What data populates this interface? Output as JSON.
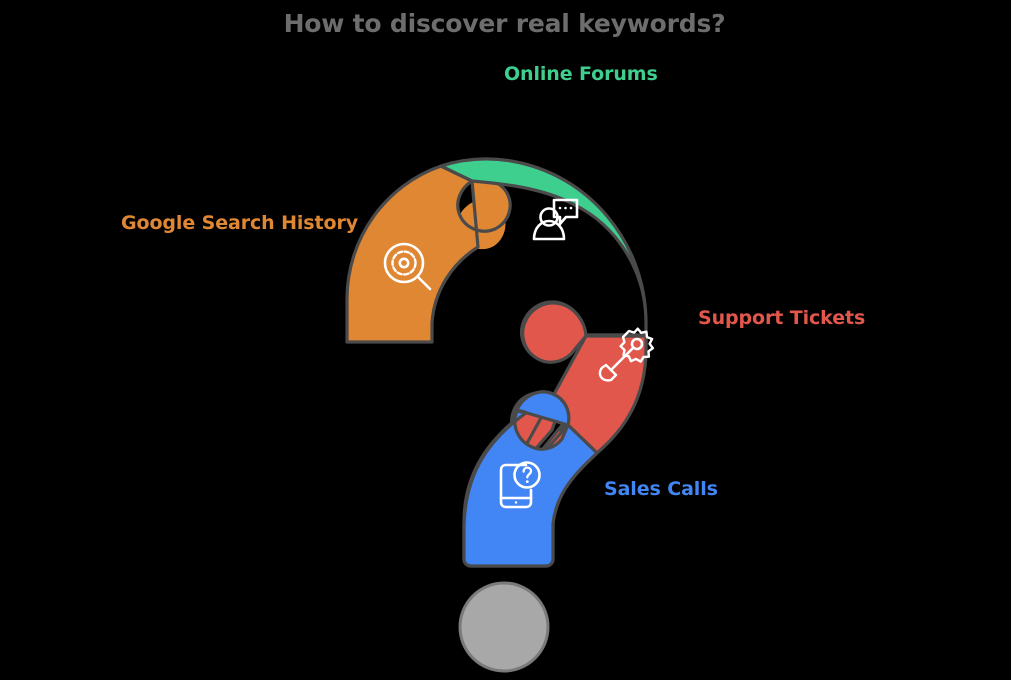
{
  "header": {
    "title": "How to discover real keywords?",
    "title_color": "#6d6d6d"
  },
  "background_color": "#000000",
  "diagram": {
    "type": "question-mark-puzzle",
    "dot_color": "#a8a8a8",
    "dot_stroke": "#7a7a7a",
    "stroke_color": "#4a4a4a",
    "pieces": [
      {
        "id": "google-search-history",
        "label": "Google Search History",
        "color": "#e08733",
        "text_color": "#e08733",
        "icon": "magnifier-gear-icon",
        "position": "upper-left"
      },
      {
        "id": "online-forums",
        "label": "Online Forums",
        "color": "#3ecf8e",
        "text_color": "#3ecf8e",
        "icon": "person-chat-icon",
        "position": "top"
      },
      {
        "id": "support-tickets",
        "label": "Support Tickets",
        "color": "#e2574c",
        "text_color": "#e2574c",
        "icon": "wrench-gear-icon",
        "position": "right"
      },
      {
        "id": "sales-calls",
        "label": "Sales Calls",
        "color": "#4285f4",
        "text_color": "#4285f4",
        "icon": "phone-question-icon",
        "position": "bottom"
      }
    ]
  }
}
